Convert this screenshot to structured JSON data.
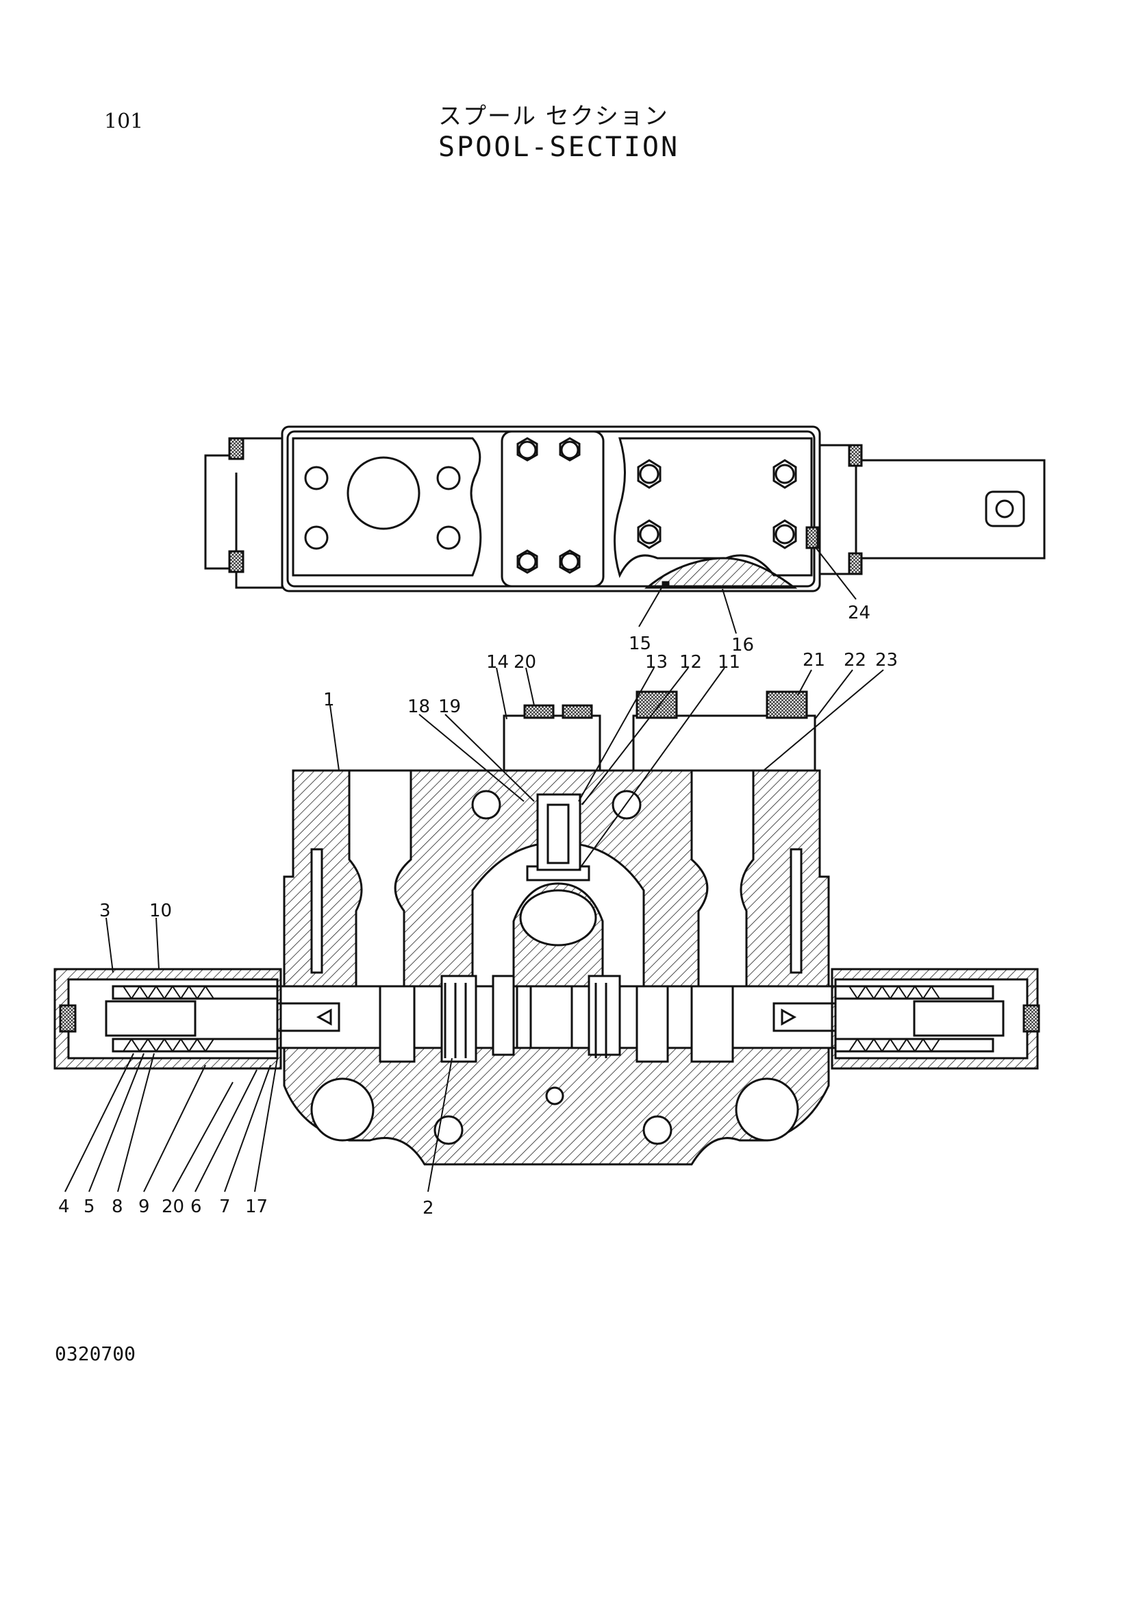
{
  "page_number": "101",
  "title_japanese": "スプール セクション",
  "title_english": "SPOOL-SECTION",
  "document_code": "0320700",
  "callouts_top_view": [
    "15",
    "16",
    "24"
  ],
  "callouts_section_top": [
    "14",
    "20",
    "13",
    "12",
    "11",
    "21",
    "22",
    "23",
    "1",
    "18",
    "19"
  ],
  "callouts_left": [
    "3",
    "10"
  ],
  "callouts_bottom": [
    "4",
    "5",
    "8",
    "9",
    "20",
    "6",
    "7",
    "17",
    "2"
  ]
}
